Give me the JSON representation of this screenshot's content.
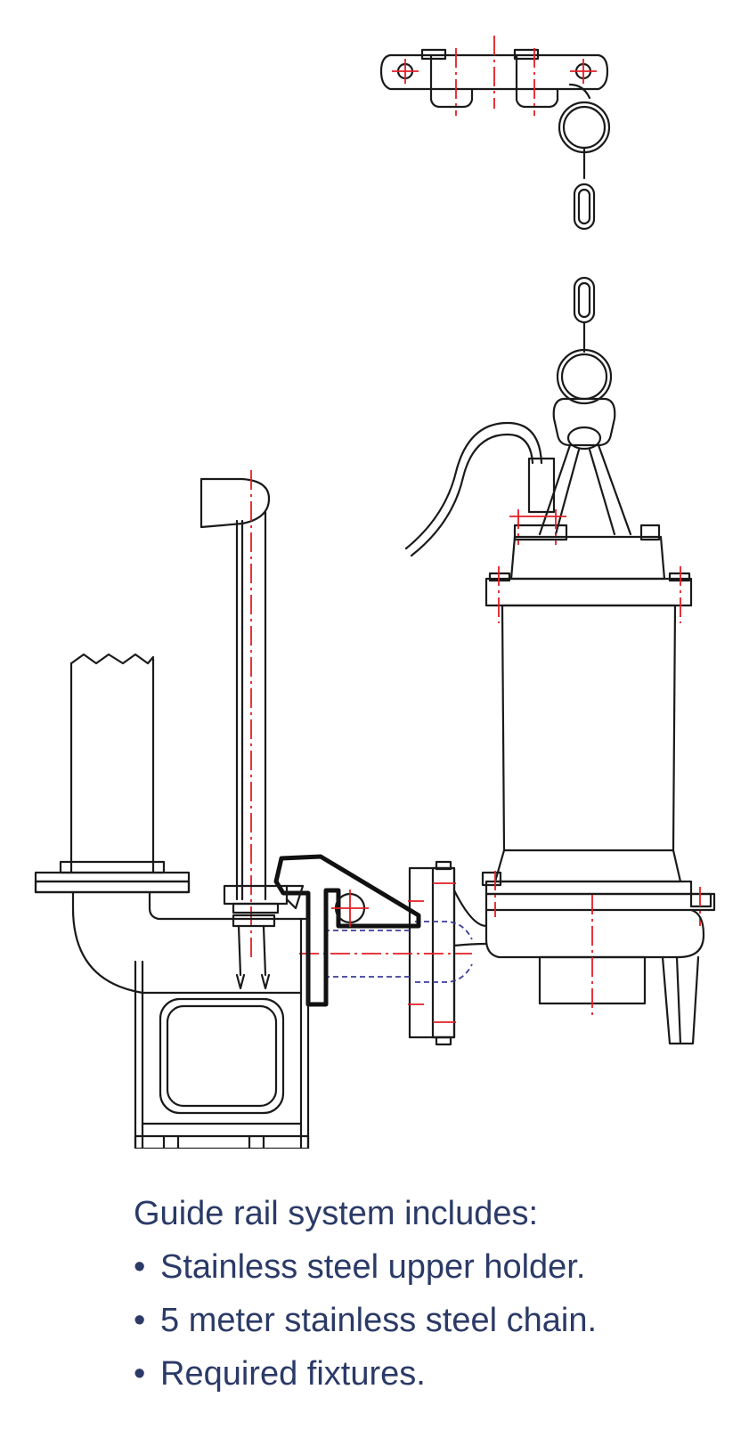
{
  "caption": {
    "heading": "Guide rail system includes:",
    "items": [
      "Stainless steel upper holder.",
      "5 meter stainless steel chain.",
      "Required fixtures."
    ],
    "bullet": "•"
  },
  "colors": {
    "outline": "#1a1a1a",
    "centerline": "#e31e24",
    "hidden_line": "#3a3f9c",
    "caption_text": "#2b3a67"
  }
}
